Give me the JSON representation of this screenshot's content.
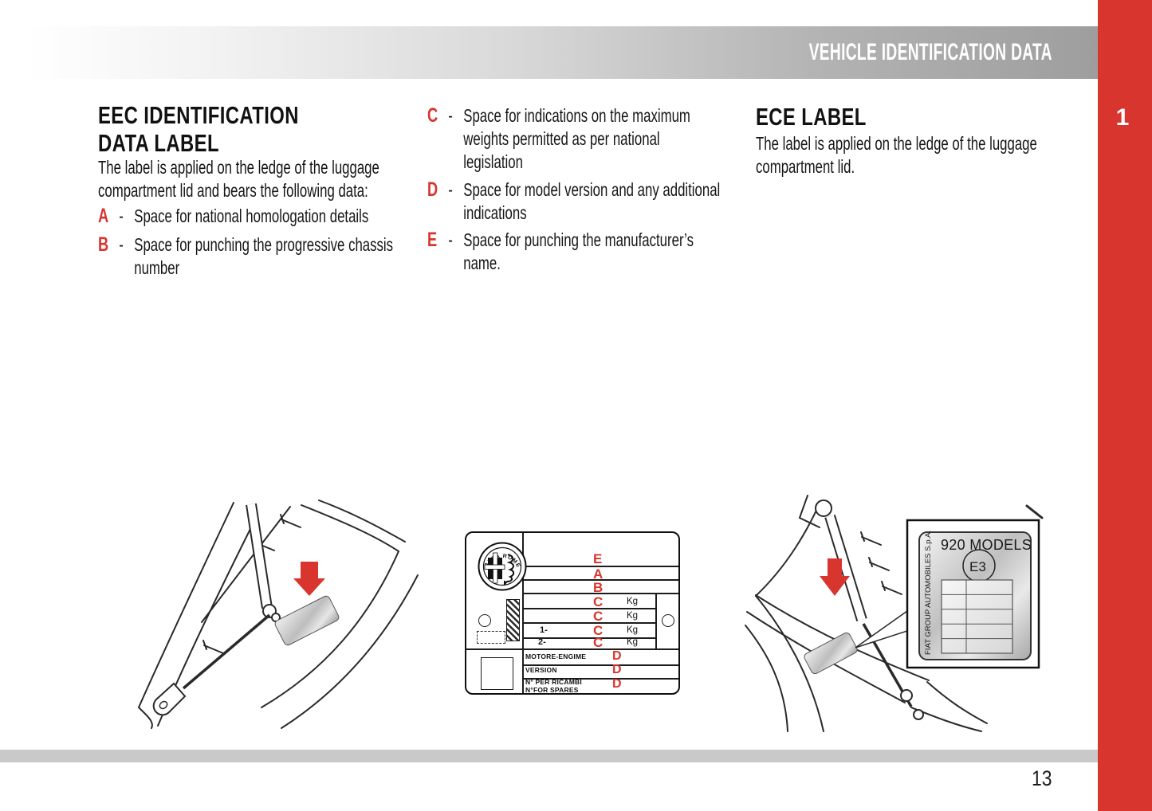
{
  "header": {
    "title": "VEHICLE IDENTIFICATION DATA"
  },
  "side_tab": {
    "chapter": "1"
  },
  "page": {
    "number": "13"
  },
  "colors": {
    "accent_red": "#d8352f",
    "header_gray": "#9e9e9e",
    "footer_gray": "#c9c9c9"
  },
  "icons": {
    "left_pointer": "red-down-arrow",
    "right_pointer": "red-down-arrow",
    "logo": "alfa-romeo-badge"
  },
  "eec_section": {
    "heading": "EEC IDENTIFICATION\nDATA LABEL",
    "intro": "The label is applied on the ledge of the luggage\ncompartment lid and bears the following data:",
    "items": [
      {
        "key": "A",
        "dash": "-",
        "text": "Space for national homologation details"
      },
      {
        "key": "B",
        "dash": "-",
        "text": "Space for punching the progressive chassis\nnumber"
      }
    ]
  },
  "list_items_cde": [
    {
      "key": "C",
      "dash": "-",
      "text": "Space for  indications on the maximum\nweights permitted as per national\nlegislation"
    },
    {
      "key": "D",
      "dash": "-",
      "text": "Space for model version and any additional\nindications"
    },
    {
      "key": "E",
      "dash": "-",
      "text": "Space for punching the manufacturer’s\nname."
    }
  ],
  "ece_section": {
    "heading": "ECE LABEL",
    "intro": "The label is applied on the ledge of the luggage\ncompartment lid."
  },
  "eec_label": {
    "logo_text": "ALFA ROMEO",
    "row_e": "E",
    "row_a": "A",
    "row_b": "B",
    "weight_rows": [
      {
        "prefix": "",
        "letter": "C",
        "unit": "Kg"
      },
      {
        "prefix": "",
        "letter": "C",
        "unit": "Kg"
      },
      {
        "prefix": "1-",
        "letter": "C",
        "unit": "Kg"
      },
      {
        "prefix": "2-",
        "letter": "C",
        "unit": "Kg"
      }
    ],
    "engine_row": {
      "label": "MOTORE-ENGIME",
      "letter": "D"
    },
    "version_row": {
      "label": "VERSION",
      "letter": "D"
    },
    "spares_row": {
      "label": "N° PER RICAMBI\nN°FOR SPARES",
      "letter": "D"
    }
  },
  "ece_label": {
    "models": "920 MODELS",
    "approval_mark": "E3",
    "company": "FIAT GROUP AUTOMOBILES S.p.A."
  }
}
